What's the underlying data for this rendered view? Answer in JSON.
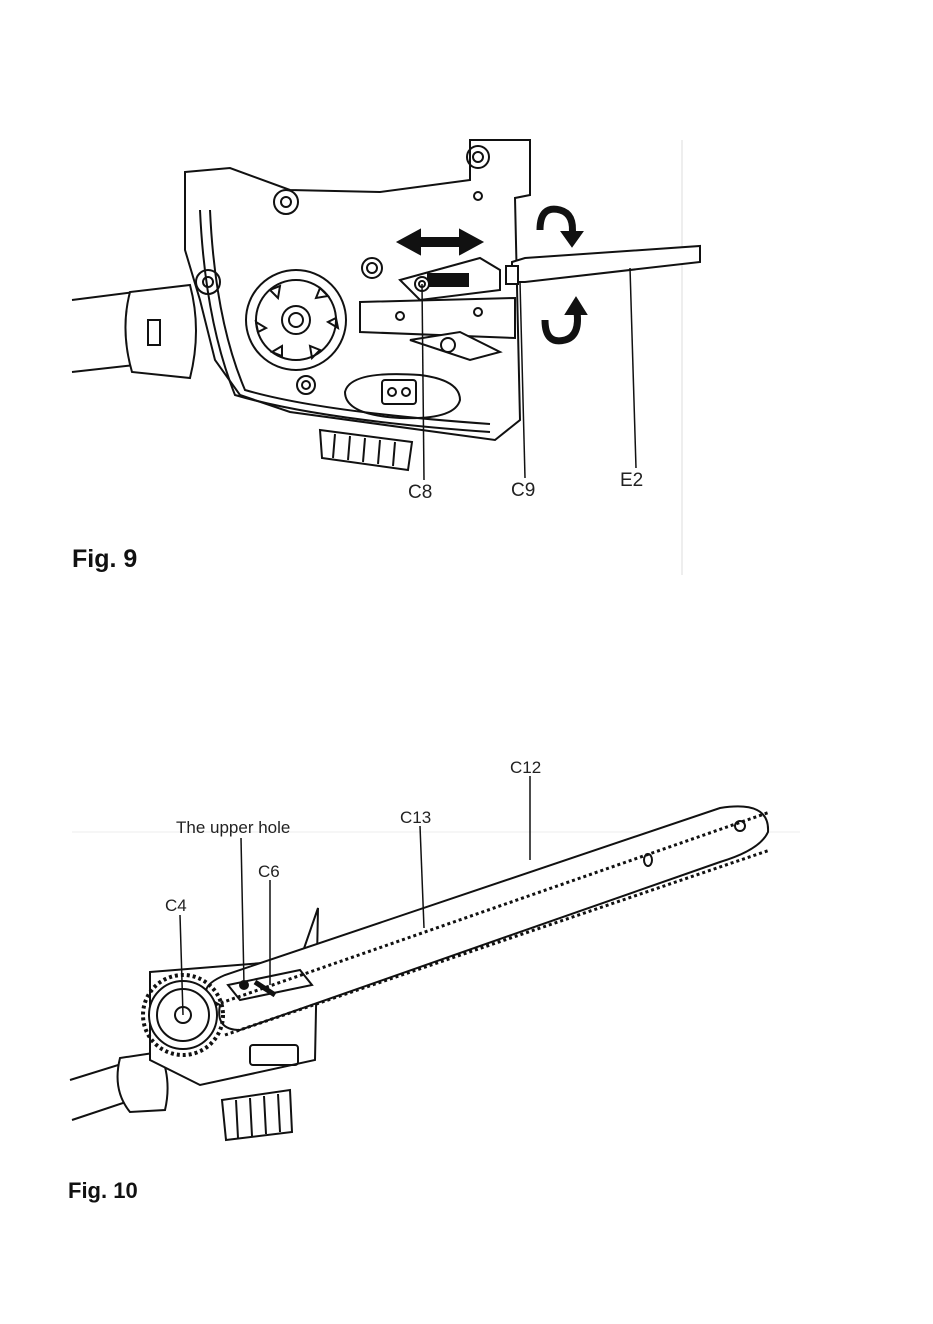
{
  "figure9": {
    "caption": "Fig. 9",
    "labels": {
      "c8": "C8",
      "c9": "C9",
      "e2": "E2"
    }
  },
  "figure10": {
    "caption": "Fig. 10",
    "labels": {
      "upper_hole": "The upper hole",
      "c6": "C6",
      "c4": "C4",
      "c13": "C13",
      "c12": "C12"
    }
  }
}
